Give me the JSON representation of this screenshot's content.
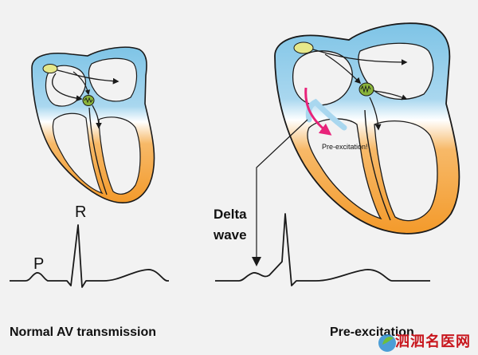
{
  "labels": {
    "r_wave": "R",
    "p_wave": "P",
    "delta_line1": "Delta",
    "delta_line2": "wave",
    "pre_excitation_note": "Pre-excitation!"
  },
  "captions": {
    "left": "Normal AV transmission",
    "right": "Pre-excitation"
  },
  "watermark": {
    "text": "泗泗名医网"
  },
  "colors": {
    "atria_blue": "#7ec4e6",
    "ventricle_orange": "#f39a2b",
    "sa_node": "#e6e88a",
    "av_node": "#8ab43a",
    "accessory_arrow": "#e8237a",
    "outline": "#1a1a1a",
    "background": "#f2f2f2"
  }
}
